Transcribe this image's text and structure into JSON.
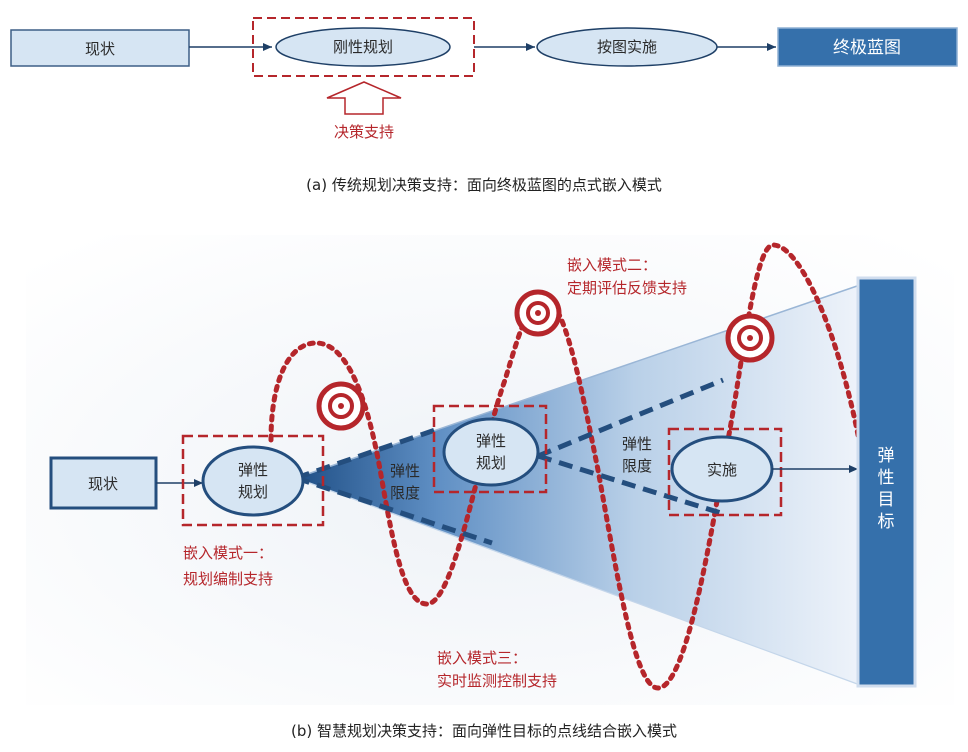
{
  "part_a": {
    "current_state": "现状",
    "rigid_planning": "刚性规划",
    "implement_by_plan": "按图实施",
    "final_blueprint": "终极蓝图",
    "decision_support": "决策支持",
    "caption": "(a) 传统规划决策支持：面向终极蓝图的点式嵌入模式"
  },
  "part_b": {
    "current_state": "现状",
    "elastic_planning_1": "弹性",
    "elastic_planning_2": "规划",
    "elastic_planning_b_1": "弹性",
    "elastic_planning_b_2": "规划",
    "elastic_limit_1_a": "弹性",
    "elastic_limit_1_b": "限度",
    "elastic_limit_2_a": "弹性",
    "elastic_limit_2_b": "限度",
    "implementation": "实施",
    "elastic_target": [
      "弹",
      "性",
      "目",
      "标"
    ],
    "mode1_line1": "嵌入模式一：",
    "mode1_line2": "规划编制支持",
    "mode2_line1": "嵌入模式二：",
    "mode2_line2": "定期评估反馈支持",
    "mode3_line1": "嵌入模式三：",
    "mode3_line2": "实时监测控制支持",
    "caption": "(b) 智慧规划决策支持：面向弹性目标的点线结合嵌入模式"
  },
  "colors": {
    "accent_red": "#b5262b",
    "navy": "#244e7e",
    "steel_blue": "#3d72a8",
    "light_fill": "#d6e5f3"
  }
}
